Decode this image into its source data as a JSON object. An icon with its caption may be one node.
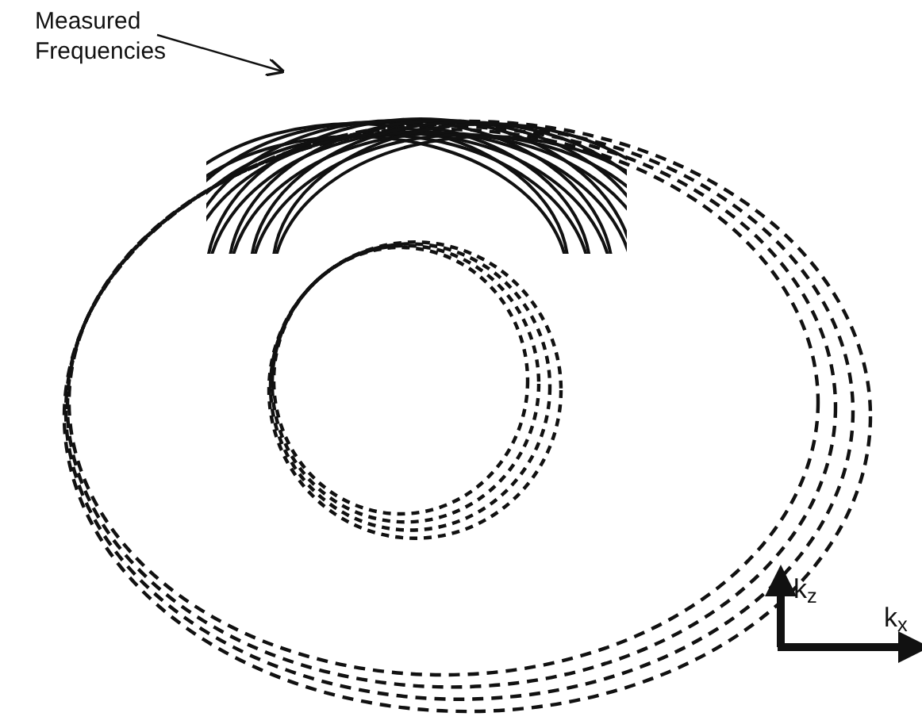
{
  "diagram": {
    "nodes": [
      {
        "text": [
          "Measured Frequencies"
        ]
      },
      {
        "text": [],
        "shape": "picture"
      }
    ],
    "edges": [
      {
        "from": 0,
        "to": 1,
        "arrow": "to"
      }
    ],
    "labels": [
      "k$_{z}$",
      "k$_{x}$"
    ]
  }
}
